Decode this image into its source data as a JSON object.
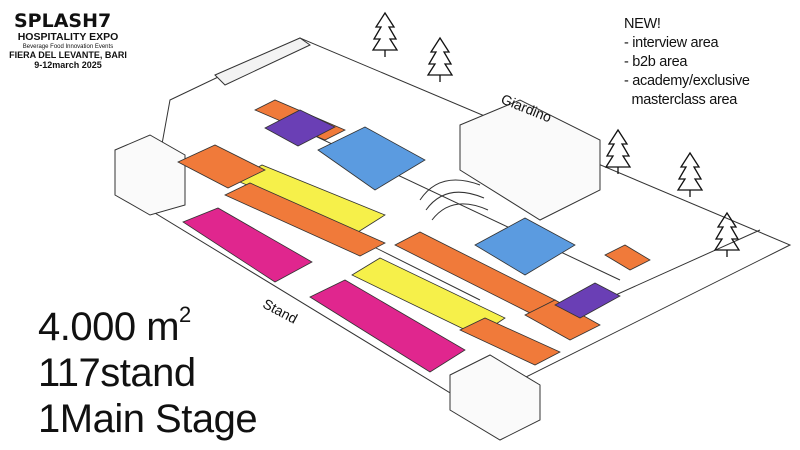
{
  "logo": {
    "brand": "SPLASH7",
    "line1": "HOSPITALITY EXPO",
    "line2": "Beverage Food Innovation Events",
    "line3": "FIERA DEL LEVANTE, BARI",
    "line4": "9-12march 2025"
  },
  "news": {
    "title": "NEW!",
    "items": [
      "- interview area",
      "- b2b area",
      "- academy/exclusive",
      "  masterclass area"
    ]
  },
  "stats": {
    "area": "4.000 m",
    "area_sup": "2",
    "stands": "117stand",
    "stage": "1Main Stage"
  },
  "labels": {
    "garden": "Giardino",
    "stand": "Stand"
  },
  "colors": {
    "magenta": "#e0268e",
    "yellow": "#f6f04a",
    "orange": "#f07a3a",
    "blue": "#5b9be0",
    "purple": "#6a3fb5"
  }
}
